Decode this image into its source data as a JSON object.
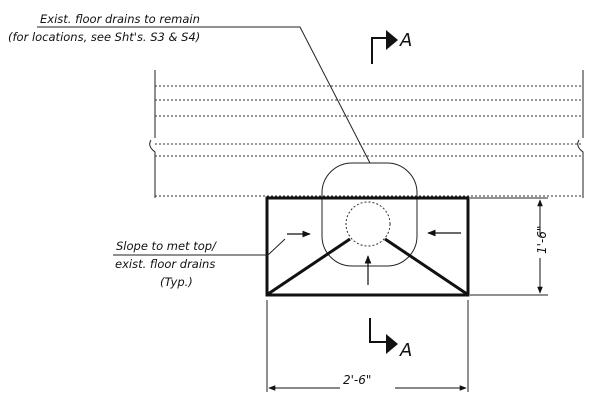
{
  "notes": {
    "drains_line1": "Exist. floor drains to remain",
    "drains_line2": "(for locations, see Sht's. S3 & S4)",
    "slope_line1": "Slope to met top/",
    "slope_line2": "exist. floor drains",
    "slope_line3": "(Typ.)"
  },
  "section_marks": {
    "top_label": "A",
    "bottom_label": "A"
  },
  "dimensions": {
    "height": "1'-6\"",
    "width": "2'-6\""
  }
}
